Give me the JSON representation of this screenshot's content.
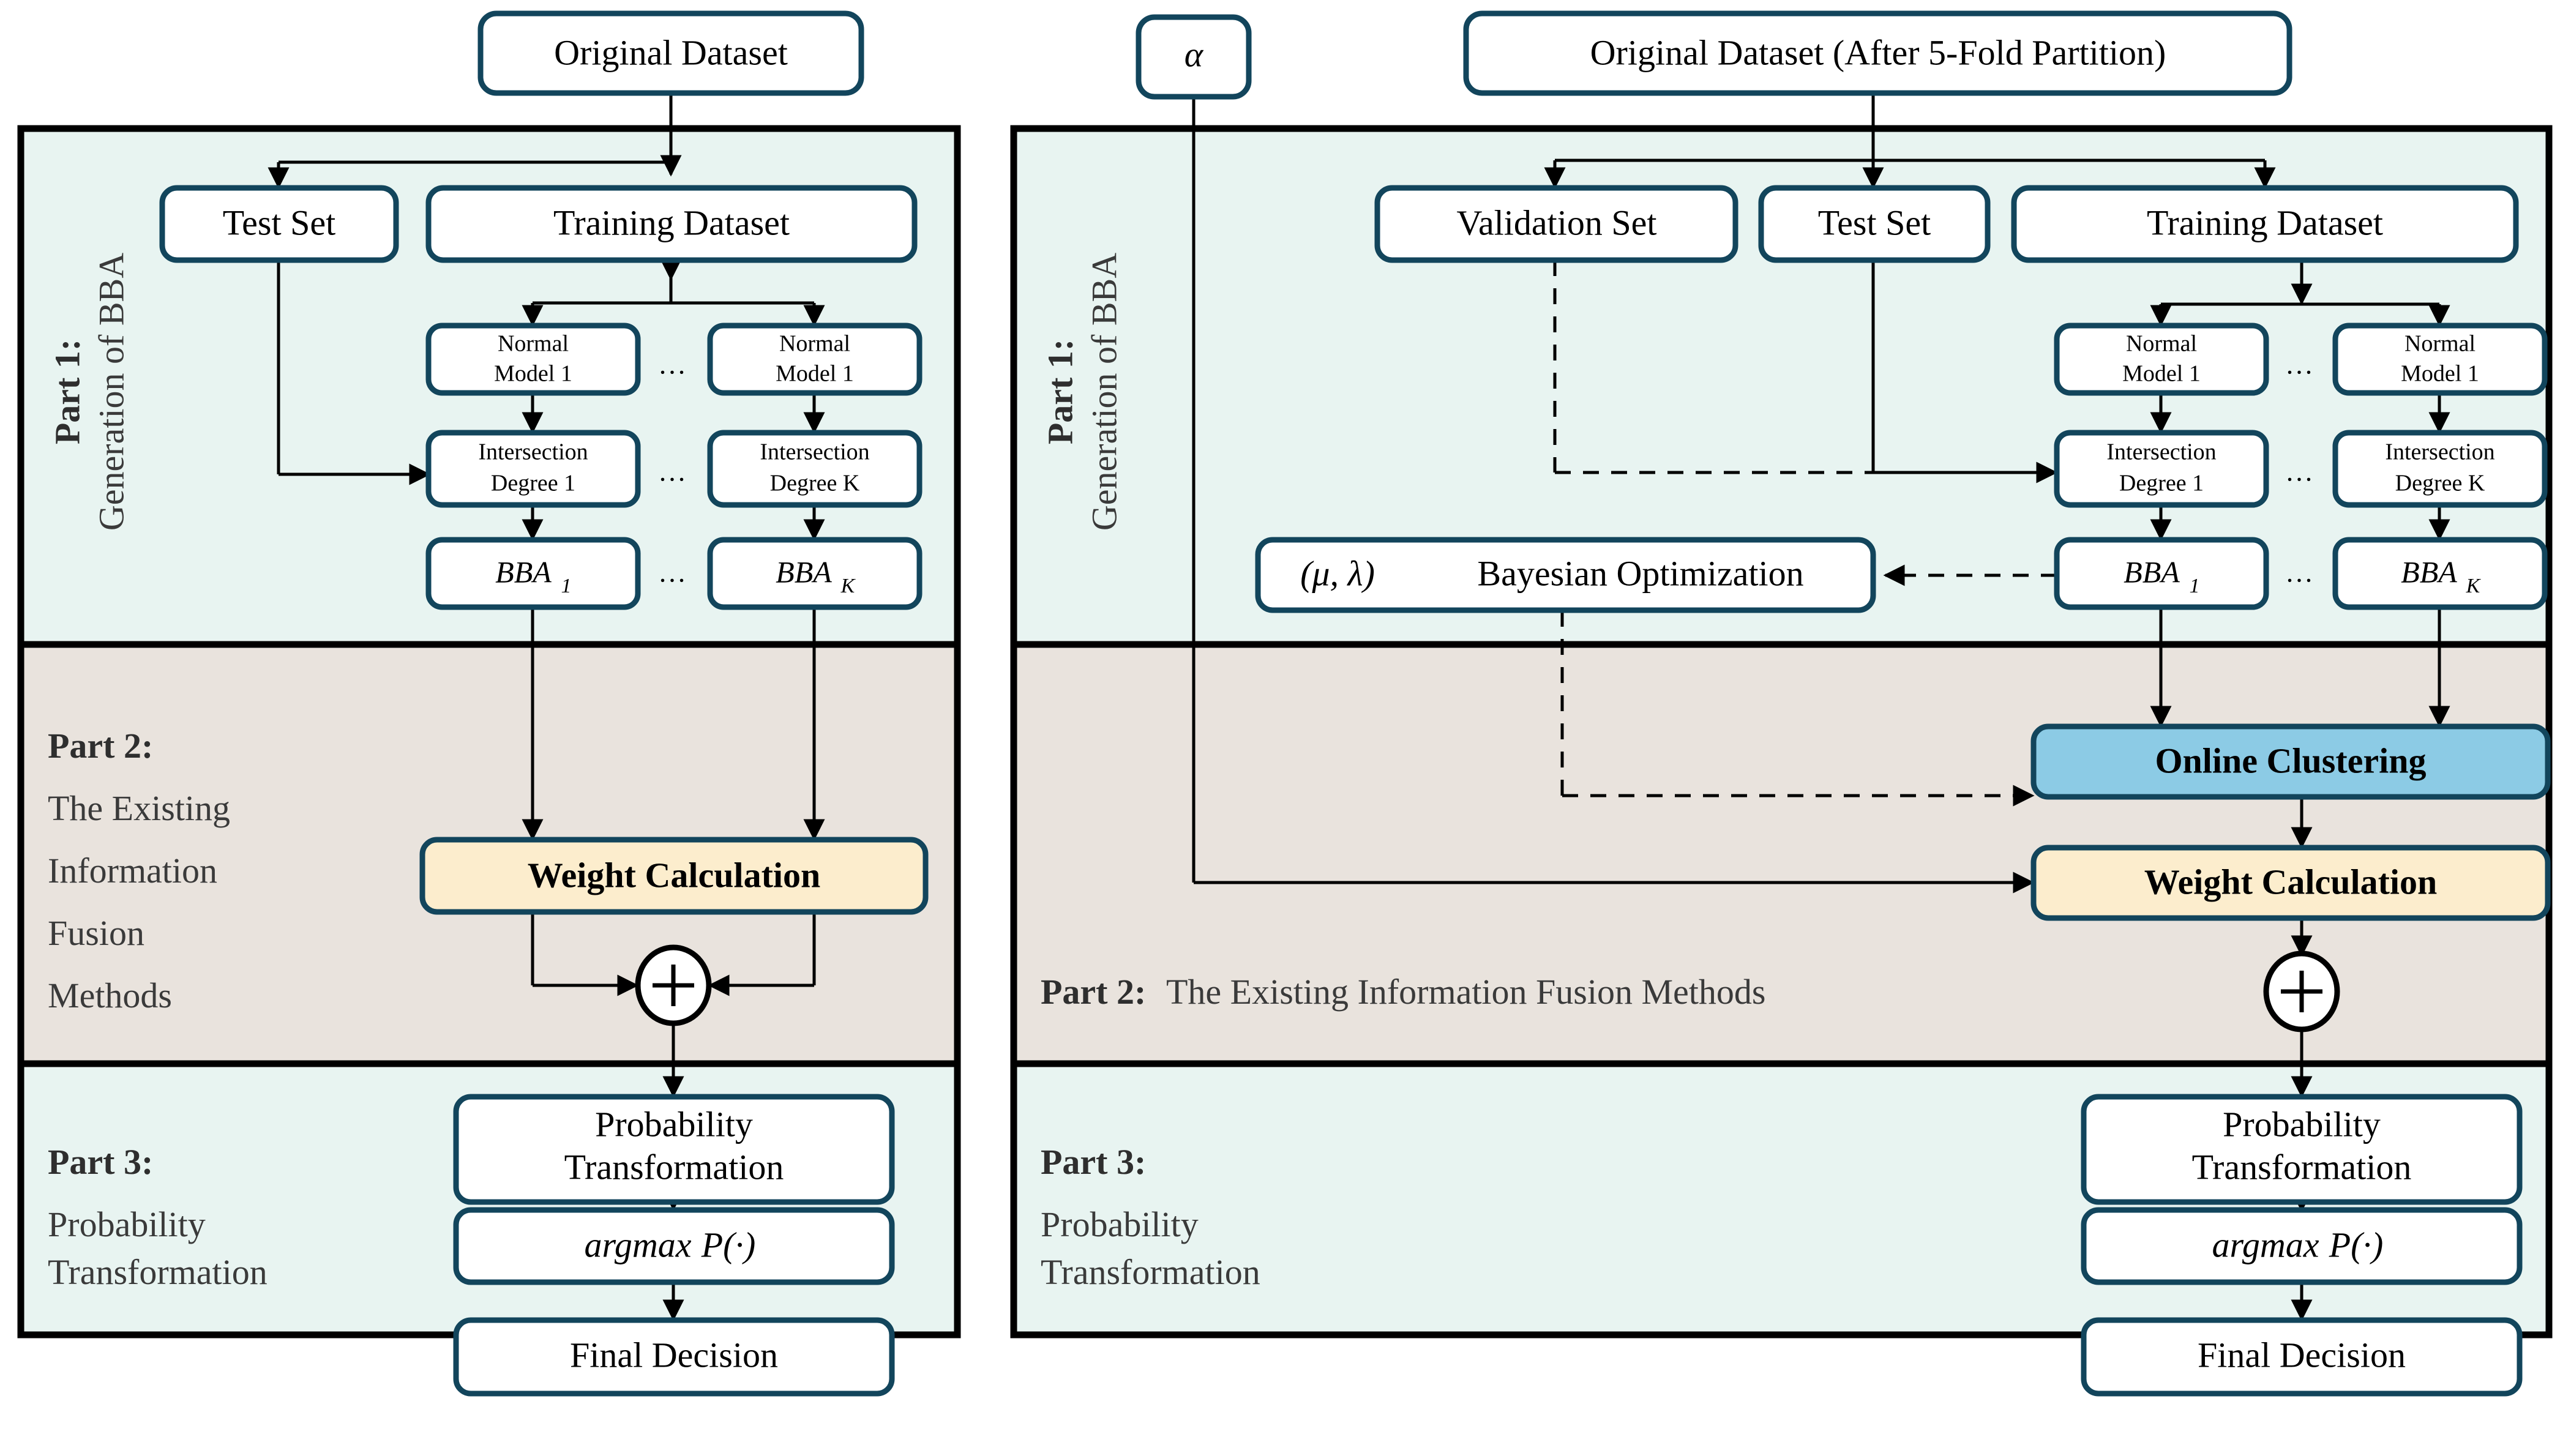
{
  "colors": {
    "part1_bg": "#e8f4f1",
    "part2_bg": "#e9e3dd",
    "part3_bg": "#e8f4f1",
    "box_stroke": "#12455c",
    "weight_box": "#fcedcd",
    "clustering_box": "#8ccbe5",
    "panel_border": "#000000"
  },
  "left_diagram": {
    "top_box": "Original Dataset",
    "part1": {
      "label_bold": "Part 1:",
      "label_rest": "Generation of BBA",
      "boxes": {
        "test_set": "Test Set",
        "training_dataset": "Training Dataset",
        "normal_model_left": "Normal\nModel 1",
        "normal_model_left_l1": "Normal",
        "normal_model_left_l2": "Model 1",
        "normal_model_right_l1": "Normal",
        "normal_model_right_l2": "Model 1",
        "intersection_left_l1": "Intersection",
        "intersection_left_l2": "Degree 1",
        "intersection_right_l1": "Intersection",
        "intersection_right_l2": "Degree K",
        "bba_first": "BBA",
        "bba_first_sub": "1",
        "bba_last": "BBA",
        "bba_last_sub": "K",
        "ellipsis": "..."
      }
    },
    "part2": {
      "label_bold": "Part 2:",
      "label_lines": [
        "The Existing",
        "Information",
        "Fusion",
        "Methods"
      ],
      "weight_calculation": "Weight Calculation",
      "sum_symbol": "+"
    },
    "part3": {
      "label_bold": "Part 3:",
      "label_lines": [
        "Probability",
        "Transformation"
      ],
      "probability_transformation_l1": "Probability",
      "probability_transformation_l2": "Transformation",
      "argmax_l1": "argmax",
      "argmax_l2": "P(·)"
    },
    "final_decision": "Final Decision"
  },
  "right_diagram": {
    "alpha_box": "α",
    "top_box": "Original Dataset (After 5-Fold Partition)",
    "part1": {
      "label_bold": "Part 1:",
      "label_rest": "Generation of BBA",
      "boxes": {
        "validation_set": "Validation Set",
        "test_set": "Test Set",
        "training_dataset": "Training Dataset",
        "normal_model_left_l1": "Normal",
        "normal_model_left_l2": "Model 1",
        "normal_model_right_l1": "Normal",
        "normal_model_right_l2": "Model 1",
        "intersection_left_l1": "Intersection",
        "intersection_left_l2": "Degree 1",
        "intersection_right_l1": "Intersection",
        "intersection_right_l2": "Degree K",
        "bba_first": "BBA",
        "bba_first_sub": "1",
        "bba_last": "BBA",
        "bba_last_sub": "K",
        "bayesian_optimization_prefix": "(μ, λ)",
        "bayesian_optimization_rest": "Bayesian Optimization",
        "ellipsis": "..."
      }
    },
    "part2": {
      "label_bold": "Part 2:",
      "label_rest": "The Existing Information Fusion Methods",
      "online_clustering": "Online Clustering",
      "weight_calculation": "Weight Calculation",
      "sum_symbol": "+"
    },
    "part3": {
      "label_bold": "Part 3:",
      "label_lines": [
        "Probability",
        "Transformation"
      ],
      "probability_transformation_l1": "Probability",
      "probability_transformation_l2": "Transformation",
      "argmax_l1": "argmax",
      "argmax_l2": "P(·)"
    },
    "final_decision": "Final Decision"
  }
}
